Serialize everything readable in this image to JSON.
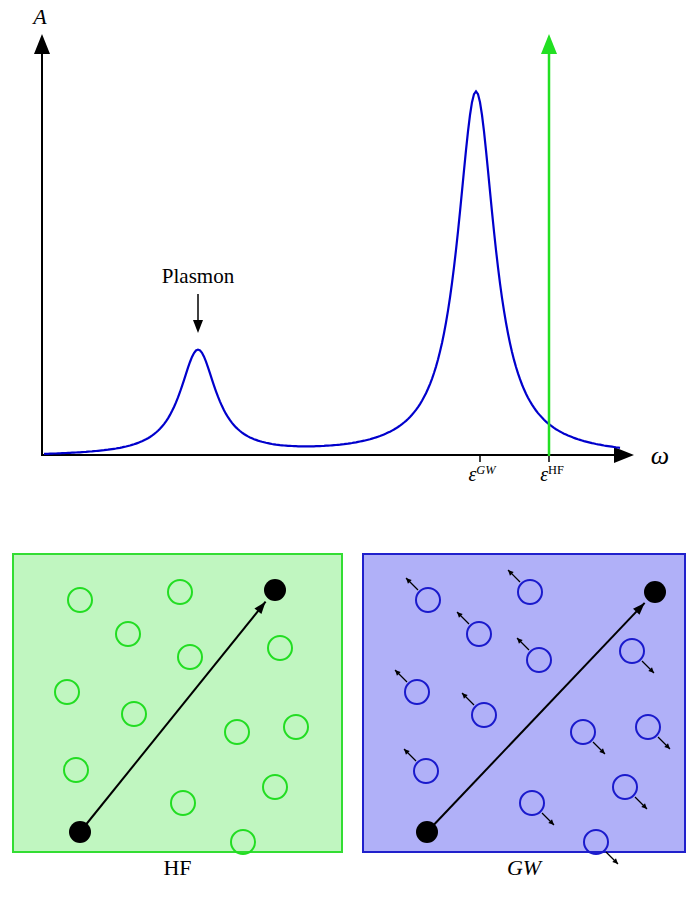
{
  "diagram": {
    "nodes": [
      {
        "text": [
          "HF"
        ]
      },
      {
        "text": [
          "GW"
        ]
      }
    ],
    "labels": [
      "A",
      "Plasmon",
      "ω",
      "εGW",
      "εHF"
    ]
  }
}
